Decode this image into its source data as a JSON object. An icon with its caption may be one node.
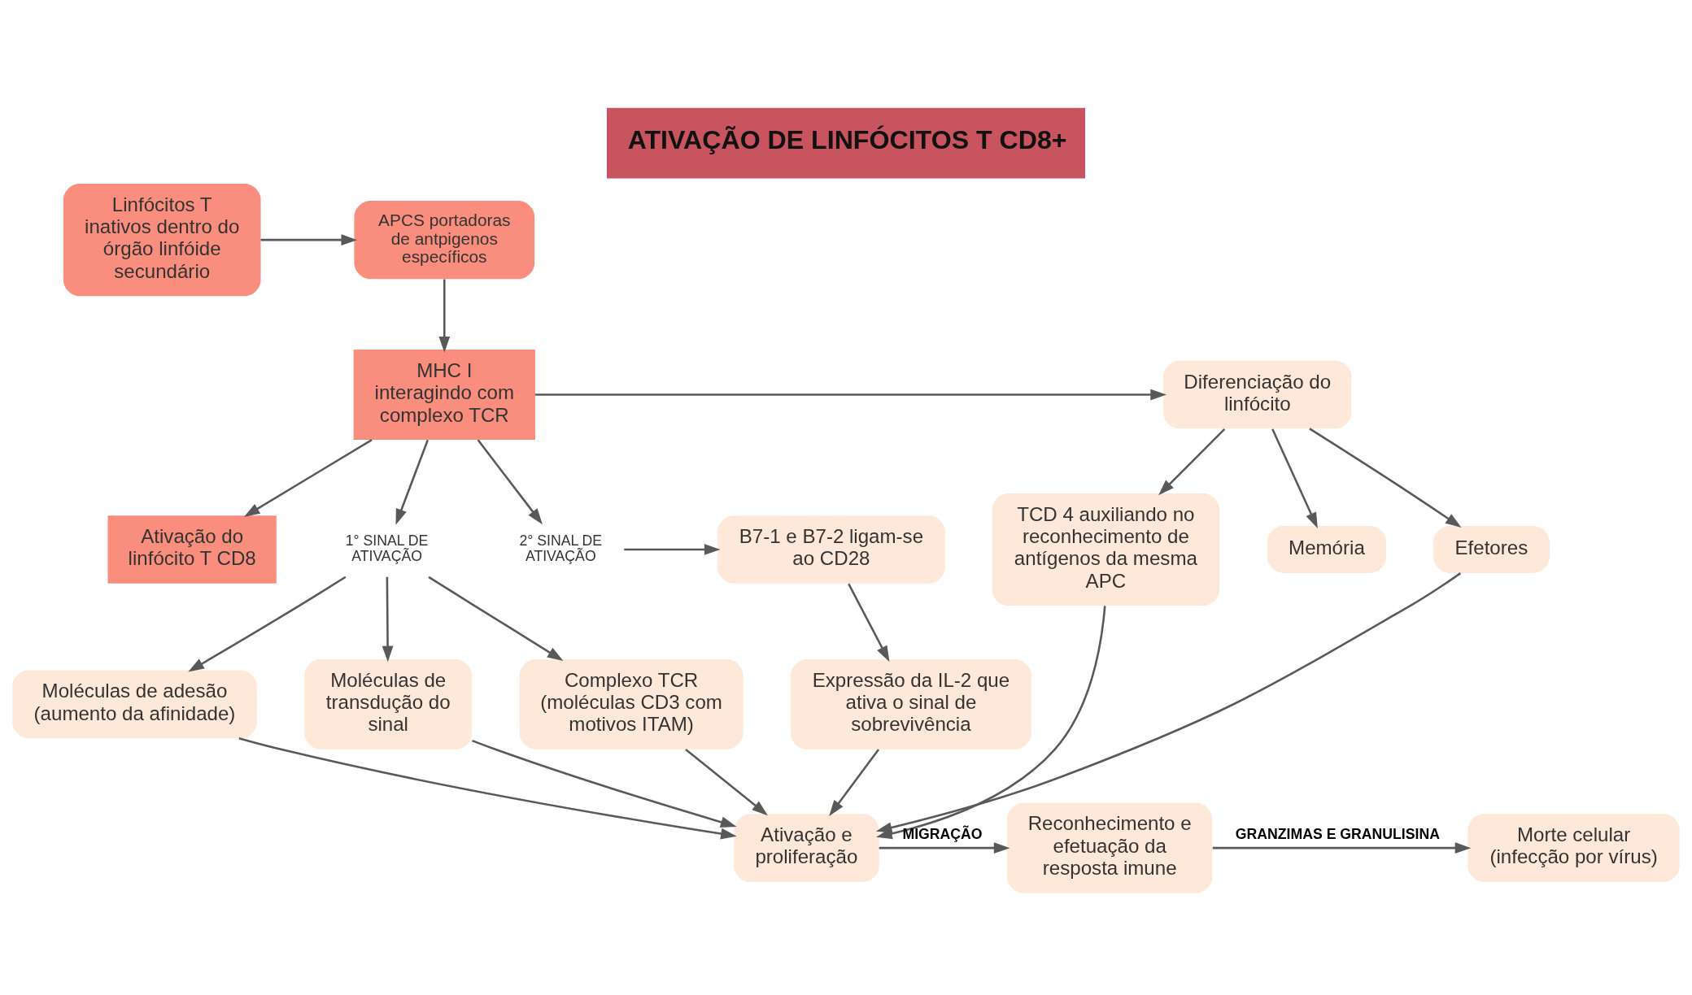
{
  "diagram": {
    "title": "ATIVAÇÃO DE LINFÓCITOS T CD8+",
    "nodes": [
      {
        "text": [
          "Linfócitos T inativos dentro do órgão linfóide secundário"
        ]
      },
      {
        "text": [
          "APCS portadoras de antpigenos específicos"
        ]
      },
      {
        "text": [
          "MHC I interagindo com complexo TCR"
        ]
      },
      {
        "text": [
          "Ativação do linfócito T CD8"
        ]
      },
      {
        "text": [
          "Diferenciação do linfócito"
        ]
      },
      {
        "text": [
          "TCD 4 auxiliando no reconhecimento de antígenos da mesma APC"
        ]
      },
      {
        "text": [
          "Memória"
        ]
      },
      {
        "text": [
          "Efetores"
        ]
      },
      {
        "text": [
          "1° SINAL DE ATIVAÇÃO"
        ]
      },
      {
        "text": [
          "2° SINAL DE ATIVAÇÃO"
        ]
      },
      {
        "text": [
          "B7-1 e B7-2 ligam-se ao CD28"
        ]
      },
      {
        "text": [
          "Expressão da IL-2 que ativa o sinal de sobrevivência"
        ]
      },
      {
        "text": [
          "Moléculas de adesão (aumento da afinidade)"
        ]
      },
      {
        "text": [
          "Moléculas de transdução do sinal"
        ]
      },
      {
        "text": [
          "Complexo TCR (moléculas CD3 com motivos ITAM)"
        ]
      },
      {
        "text": [
          "Ativação e proliferação"
        ]
      },
      {
        "text": [
          "Reconhecimento e efetuação da resposta imune"
        ]
      },
      {
        "text": [
          "Morte celular (infecção por vírus)"
        ]
      }
    ],
    "edges": [
      {
        "from": 0,
        "to": 1,
        "arrow": "to"
      },
      {
        "from": 1,
        "to": 2,
        "arrow": "to"
      },
      {
        "from": 2,
        "to": 3,
        "arrow": "to"
      },
      {
        "from": 2,
        "to": 4,
        "arrow": "to"
      },
      {
        "from": 4,
        "to": 5,
        "arrow": "to"
      },
      {
        "from": 4,
        "to": 6,
        "arrow": "to"
      },
      {
        "from": 4,
        "to": 7,
        "arrow": "to"
      },
      {
        "from": 2,
        "to": 8,
        "arrow": "to"
      },
      {
        "from": 2,
        "to": 9,
        "arrow": "to"
      },
      {
        "from": 9,
        "to": 10,
        "arrow": "to"
      },
      {
        "from": 10,
        "to": 11,
        "arrow": "to"
      },
      {
        "from": 8,
        "to": 12,
        "arrow": "to"
      },
      {
        "from": 8,
        "to": 13,
        "arrow": "to"
      },
      {
        "from": 8,
        "to": 14,
        "arrow": "to"
      },
      {
        "from": 12,
        "to": 15,
        "arrow": "to"
      },
      {
        "from": 13,
        "to": 15,
        "arrow": "to"
      },
      {
        "from": 14,
        "to": 15,
        "arrow": "to"
      },
      {
        "from": 11,
        "to": 15,
        "arrow": "to"
      },
      {
        "from": 7,
        "to": 15,
        "arrow": "to"
      },
      {
        "from": 5,
        "to": 15,
        "arrow": "to"
      },
      {
        "from": 15,
        "to": 16,
        "label": "MIGRAÇÃO",
        "arrow": "to"
      },
      {
        "from": 16,
        "to": 17,
        "label": "GRANZIMAS E GRANULISINA",
        "arrow": "to"
      }
    ]
  }
}
